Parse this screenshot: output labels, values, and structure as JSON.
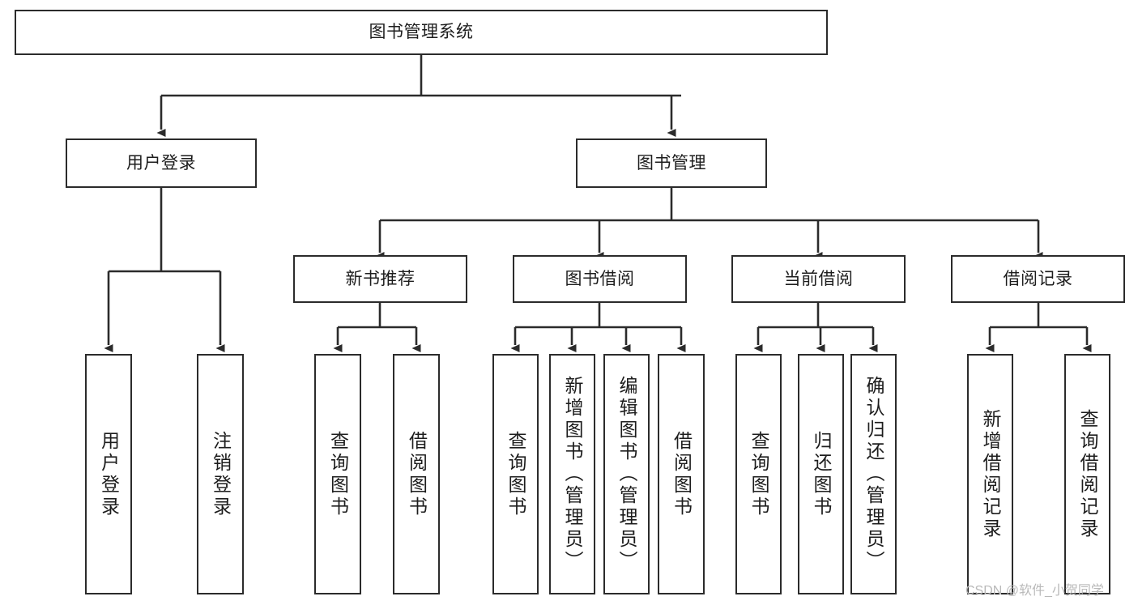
{
  "diagram": {
    "type": "tree-hierarchy-diagram",
    "title": "图书管理系统",
    "orientation": "top-down",
    "colors": {
      "box_border": "#2b2b2b",
      "box_fill": "#ffffff",
      "edge": "#2b2b2b",
      "text": "#1d1d1d",
      "watermark": "#b9b9b9",
      "background": "#ffffff"
    },
    "levels": {
      "level1": [
        "图书管理系统"
      ],
      "level2": [
        "用户登录",
        "图书管理"
      ],
      "level3": [
        "新书推荐",
        "图书借阅",
        "当前借阅",
        "借阅记录"
      ],
      "level4": [
        "用户登录",
        "注销登录",
        "查询图书",
        "借阅图书",
        "查询图书",
        "新增图书（管理员）",
        "编辑图书（管理员）",
        "借阅图书",
        "查询图书",
        "归还图书",
        "确认归还（管理员）",
        "新增借阅记录",
        "查询借阅记录"
      ]
    },
    "nodes": {
      "root": {
        "label": "图书管理系统"
      },
      "user_login": {
        "label": "用户登录"
      },
      "book_manage": {
        "label": "图书管理"
      },
      "new_book_rec": {
        "label": "新书推荐"
      },
      "book_borrow": {
        "label": "图书借阅"
      },
      "current_borrow": {
        "label": "当前借阅"
      },
      "borrow_record": {
        "label": "借阅记录"
      },
      "leaf_user_login": {
        "label": "用户登录"
      },
      "leaf_logout": {
        "label": "注销登录"
      },
      "leaf_query_book_1": {
        "label": "查询图书"
      },
      "leaf_borrow_book_1": {
        "label": "借阅图书"
      },
      "leaf_query_book_2": {
        "label": "查询图书"
      },
      "leaf_add_book": {
        "label": "新增图书（管理员）"
      },
      "leaf_edit_book": {
        "label": "编辑图书（管理员）"
      },
      "leaf_borrow_book_2": {
        "label": "借阅图书"
      },
      "leaf_query_book_3": {
        "label": "查询图书"
      },
      "leaf_return_book": {
        "label": "归还图书"
      },
      "leaf_confirm_return": {
        "label": "确认归还（管理员）"
      },
      "leaf_add_record": {
        "label": "新增借阅记录"
      },
      "leaf_query_record": {
        "label": "查询借阅记录"
      }
    },
    "edges": [
      {
        "from": "root",
        "to": "user_login"
      },
      {
        "from": "root",
        "to": "book_manage"
      },
      {
        "from": "user_login",
        "to": "leaf_user_login"
      },
      {
        "from": "user_login",
        "to": "leaf_logout"
      },
      {
        "from": "book_manage",
        "to": "new_book_rec"
      },
      {
        "from": "book_manage",
        "to": "book_borrow"
      },
      {
        "from": "book_manage",
        "to": "current_borrow"
      },
      {
        "from": "book_manage",
        "to": "borrow_record"
      },
      {
        "from": "new_book_rec",
        "to": "leaf_query_book_1"
      },
      {
        "from": "new_book_rec",
        "to": "leaf_borrow_book_1"
      },
      {
        "from": "book_borrow",
        "to": "leaf_query_book_2"
      },
      {
        "from": "book_borrow",
        "to": "leaf_add_book"
      },
      {
        "from": "book_borrow",
        "to": "leaf_edit_book"
      },
      {
        "from": "book_borrow",
        "to": "leaf_borrow_book_2"
      },
      {
        "from": "current_borrow",
        "to": "leaf_query_book_3"
      },
      {
        "from": "current_borrow",
        "to": "leaf_return_book"
      },
      {
        "from": "current_borrow",
        "to": "leaf_confirm_return"
      },
      {
        "from": "borrow_record",
        "to": "leaf_add_record"
      },
      {
        "from": "borrow_record",
        "to": "leaf_query_record"
      }
    ]
  },
  "watermark": {
    "text": "CSDN @软件_小贺同学"
  }
}
